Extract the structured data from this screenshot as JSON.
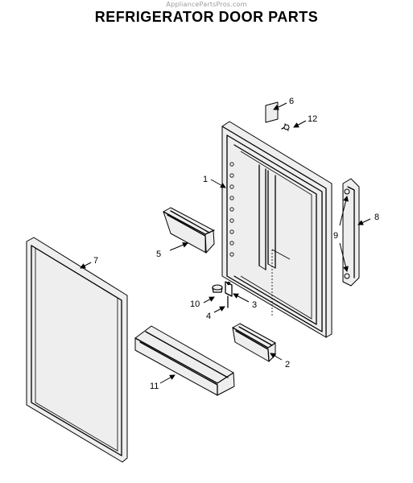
{
  "watermark": "AppliancePartsPros.com",
  "title": "REFRIGERATOR DOOR PARTS",
  "callouts": {
    "c1": "1",
    "c2": "2",
    "c3": "3",
    "c4": "4",
    "c5": "5",
    "c6": "6",
    "c7": "7",
    "c8": "8",
    "c9": "9",
    "c10": "10",
    "c11": "11",
    "c12": "12"
  }
}
